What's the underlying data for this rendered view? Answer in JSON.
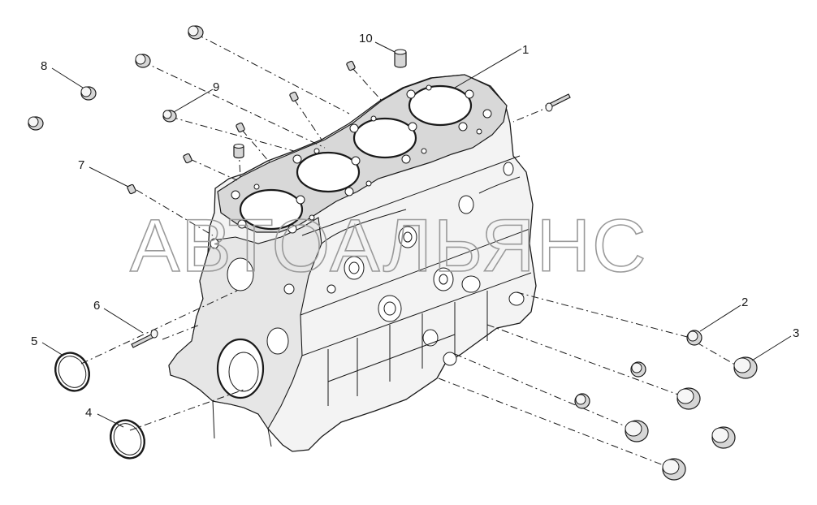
{
  "watermark": "АВТОАЛЬЯНС",
  "callouts": [
    {
      "id": "c1",
      "text": "1"
    },
    {
      "id": "c2",
      "text": "2"
    },
    {
      "id": "c3",
      "text": "3"
    },
    {
      "id": "c4",
      "text": "4"
    },
    {
      "id": "c5",
      "text": "5"
    },
    {
      "id": "c6",
      "text": "6"
    },
    {
      "id": "c7",
      "text": "7"
    },
    {
      "id": "c8",
      "text": "8"
    },
    {
      "id": "c9",
      "text": "9"
    },
    {
      "id": "c10",
      "text": "10"
    }
  ]
}
